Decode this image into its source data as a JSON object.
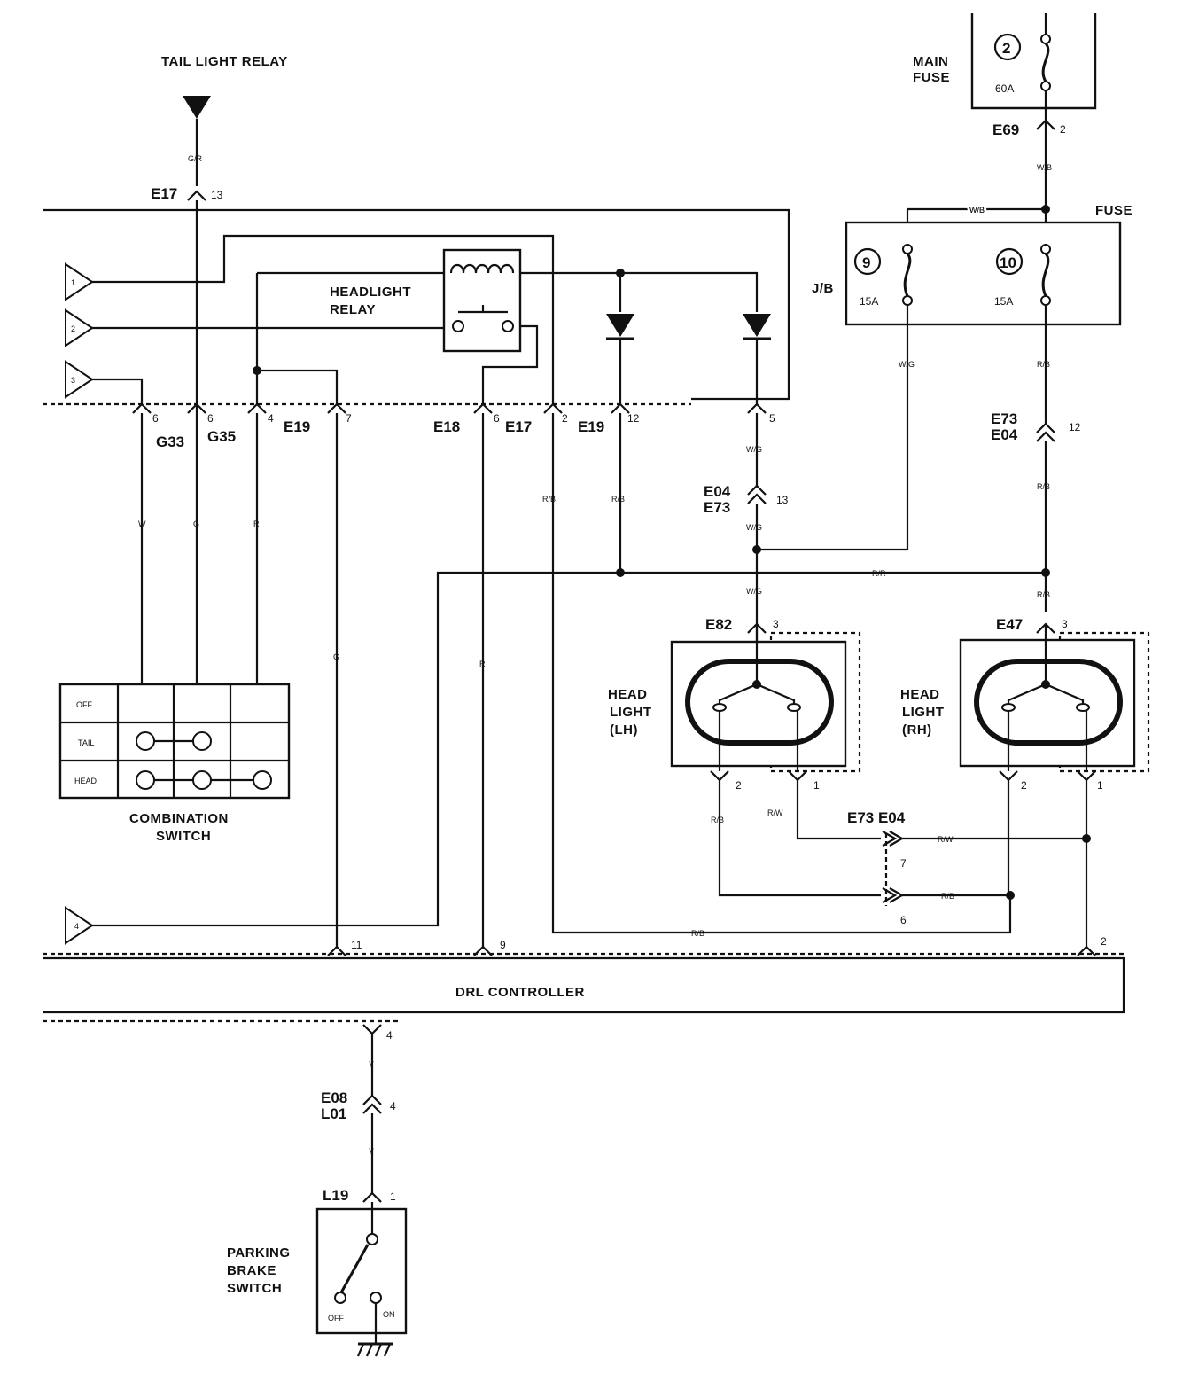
{
  "components": {
    "tail_light_relay": "TAIL LIGHT RELAY",
    "main_fuse": "MAIN FUSE",
    "main_fuse_num": "2",
    "main_fuse_amp": "60A",
    "fuse_label": "FUSE",
    "jb_label": "J/B",
    "fuse_9_num": "9",
    "fuse_9_amp": "15A",
    "fuse_10_num": "10",
    "fuse_10_amp": "15A",
    "headlight_relay": "HEADLIGHT RELAY",
    "combination_switch": "COMBINATION SWITCH",
    "switch_rows": [
      "OFF",
      "TAIL",
      "HEAD"
    ],
    "headlight_lh": "HEAD LIGHT (LH)",
    "headlight_rh": "HEAD LIGHT (RH)",
    "drl_controller": "DRL CONTROLLER",
    "parking_brake_switch": "PARKING BRAKE SWITCH",
    "pb_off": "OFF",
    "pb_on": "ON"
  },
  "connectors": {
    "e17_13": "E17",
    "e17_13_pin": "13",
    "e69": "E69",
    "e69_pin": "2",
    "g33": "G33",
    "g33_pin": "6",
    "g35": "G35",
    "g35_pin": "6",
    "pin_4": "4",
    "e19_7": "E19",
    "e19_7_pin": "7",
    "e18": "E18",
    "e18_pin": "6",
    "e17_2": "E17",
    "e17_2_pin": "2",
    "e19_12": "E19",
    "e19_12_pin": "12",
    "pin_5": "5",
    "e73_e04_top": "E73\nE04",
    "e73_e04_top_pin": "12",
    "e04_e73_mid": "E04\nE73",
    "e04_e73_mid_pin": "13",
    "e82": "E82",
    "e82_pin": "3",
    "e47": "E47",
    "e47_pin": "3",
    "lh_pin2": "2",
    "lh_pin1": "1",
    "rh_pin2": "2",
    "rh_pin1": "1",
    "e73_e04_low": "E73  E04",
    "e73_pin7": "7",
    "e73_pin6": "6",
    "drl_pin11": "11",
    "drl_pin9": "9",
    "drl_pin2": "2",
    "drl_pin4": "4",
    "e08_l01": "E08\nL01",
    "e08_pin": "4",
    "l19": "L19",
    "l19_pin": "1"
  },
  "tags": [
    "1",
    "2",
    "3",
    "4"
  ],
  "wire_colors": {
    "tail_relay": "G/R",
    "fuse_out": "W/B",
    "jb_top": "W/B",
    "fuse9_out": "W/G",
    "fuse10_out": "R/B",
    "e73_below": "R/B",
    "g33_w": "W",
    "g35_g": "G",
    "col4_r": "R",
    "e19_g": "G",
    "e18_r": "R",
    "e17_rb": "R/B",
    "e19_rb": "R/B",
    "pin5_wg": "W/G",
    "wg_mid": "W/G",
    "wg_low": "W/G",
    "crossbar": "R/R",
    "rh_top": "R/B",
    "lh_rb": "R/B",
    "lh_rw": "R/W",
    "rw_right": "R/W",
    "rb_right": "R/B",
    "bottom_rb": "R/B",
    "drl_y1": "Y",
    "drl_y2": "Y"
  }
}
